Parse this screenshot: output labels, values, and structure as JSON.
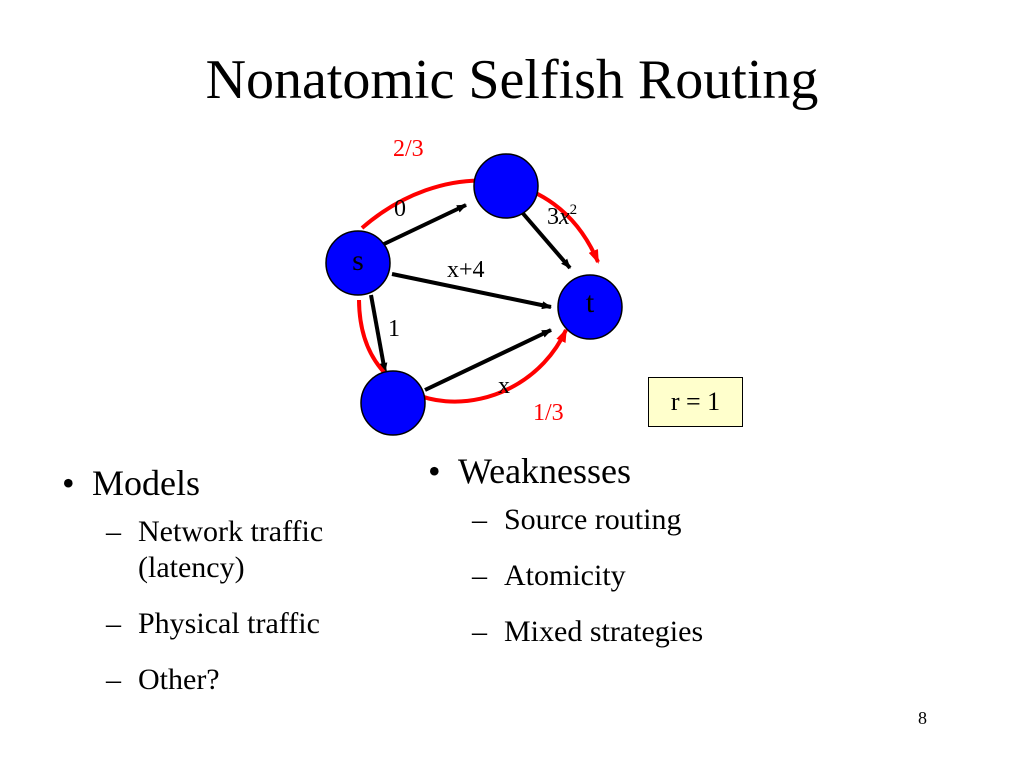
{
  "slide": {
    "title": "Nonatomic Selfish Routing",
    "page_number": "8"
  },
  "network": {
    "source_label": "s",
    "sink_label": "t",
    "edges": {
      "s_top": "0",
      "top_t_base": "3",
      "top_t_var": "x",
      "top_t_exp": "2",
      "s_t": "x+4",
      "s_bottom": "1",
      "bottom_t": "x"
    },
    "flows": {
      "upper": "2/3",
      "lower": "1/3"
    },
    "rate": "r = 1",
    "colors": {
      "node": "#0000ff",
      "flow_arrow": "#ff0000",
      "flow_label": "#ff0000",
      "rate_box": "#ffffcc"
    }
  },
  "models": {
    "heading": "Models",
    "items": [
      {
        "line1": "Network traffic",
        "line2": "(latency)"
      },
      {
        "line1": "Physical traffic"
      },
      {
        "line1": "Other?"
      }
    ]
  },
  "weaknesses": {
    "heading": "Weaknesses",
    "items": [
      {
        "line1": "Source routing"
      },
      {
        "line1": "Atomicity"
      },
      {
        "line1": "Mixed strategies"
      }
    ]
  },
  "glyphs": {
    "bullet": "•",
    "dash": "–"
  }
}
